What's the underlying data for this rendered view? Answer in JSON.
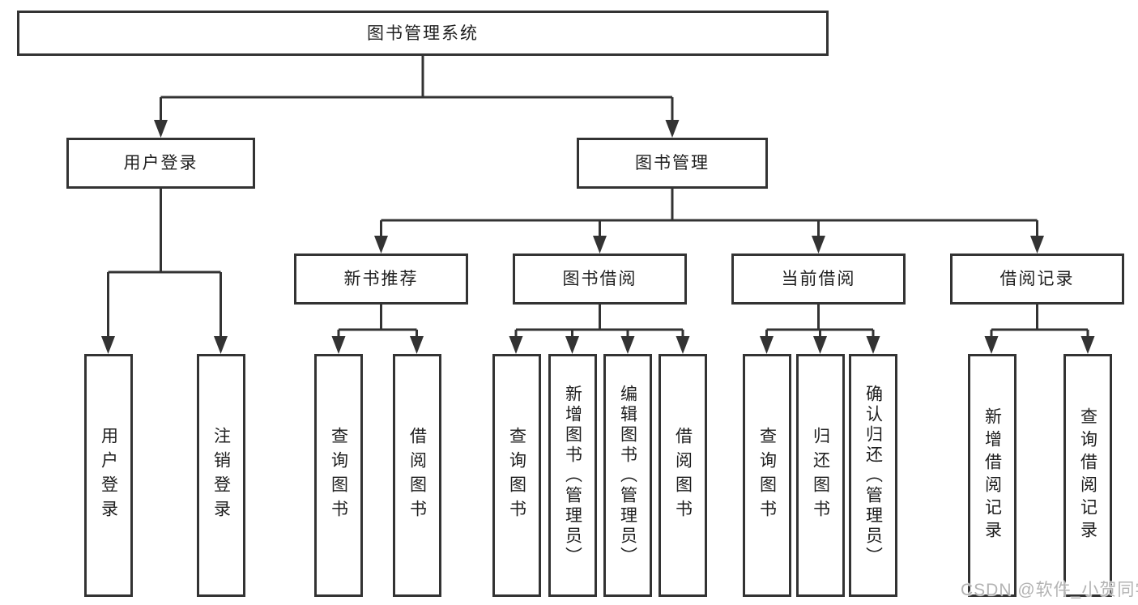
{
  "diagram": {
    "tree": {
      "root": {
        "label": "图书管理系统"
      },
      "user_login": {
        "label": "用户登录",
        "children": [
          {
            "label": "用户登录"
          },
          {
            "label": "注销登录"
          }
        ]
      },
      "book_mgmt": {
        "label": "图书管理",
        "sections": [
          {
            "label": "新书推荐",
            "children": [
              {
                "label": "查询图书"
              },
              {
                "label": "借阅图书"
              }
            ]
          },
          {
            "label": "图书借阅",
            "children": [
              {
                "label": "查询图书"
              },
              {
                "label": "新增图书（管理员）"
              },
              {
                "label": "编辑图书（管理员）"
              },
              {
                "label": "借阅图书"
              }
            ]
          },
          {
            "label": "当前借阅",
            "children": [
              {
                "label": "查询图书"
              },
              {
                "label": "归还图书"
              },
              {
                "label": "确认归还（管理员）"
              }
            ]
          },
          {
            "label": "借阅记录",
            "children": [
              {
                "label": "新增借阅记录"
              },
              {
                "label": "查询借阅记录"
              }
            ]
          }
        ]
      }
    },
    "line_color": "#333333",
    "box_background": "#ffffff"
  },
  "watermark": {
    "text": "CSDN @软件_小贺同学"
  }
}
